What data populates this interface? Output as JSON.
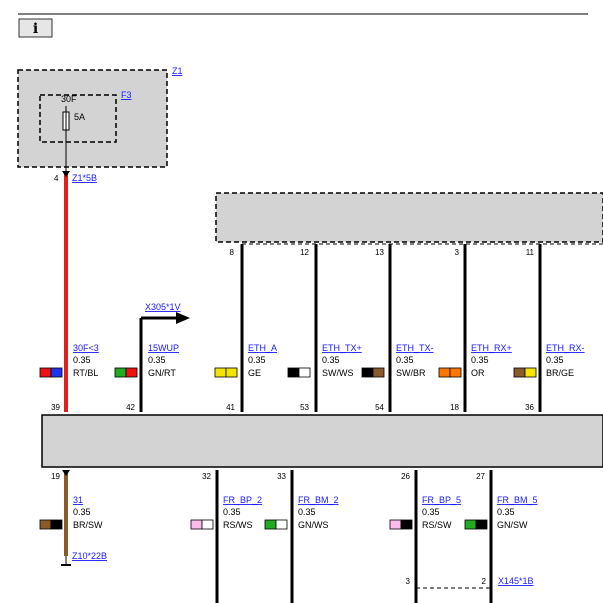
{
  "info_button": {
    "glyph": "i"
  },
  "fuse_box": {
    "label": "Z1"
  },
  "fuse": {
    "label": "F3",
    "rating_top": "30F",
    "rating": "5A"
  },
  "top_connector": {
    "pin": "4",
    "label": "Z1*5B"
  },
  "relay_link": {
    "label": "X305*1V"
  },
  "upper_pins": [
    "8",
    "12",
    "13",
    "3",
    "11"
  ],
  "mid_pins": [
    {
      "top": "39",
      "label_link": "30F<3",
      "size": "0.35",
      "color_code": "RT/BL",
      "swatch": [
        "#ee1111",
        "#2233ee"
      ]
    },
    {
      "top": "42",
      "label_link": "15WUP",
      "size": "0.35",
      "color_code": "GN/RT",
      "swatch": [
        "#22aa22",
        "#ee1111"
      ]
    },
    {
      "top": "41",
      "label_link": "ETH_A",
      "size": "0.35",
      "color_code": "GE",
      "swatch": [
        "#f2e500",
        "#f2e500"
      ]
    },
    {
      "top": "53",
      "label_link": "ETH_TX+",
      "size": "0.35",
      "color_code": "SW/WS",
      "swatch": [
        "#000000",
        "#ffffff"
      ]
    },
    {
      "top": "54",
      "label_link": "ETH_TX-",
      "size": "0.35",
      "color_code": "SW/BR",
      "swatch": [
        "#000000",
        "#8b5a2b"
      ]
    },
    {
      "top": "18",
      "label_link": "ETH_RX+",
      "size": "0.35",
      "color_code": "OR",
      "swatch": [
        "#ff7700",
        "#ff7700"
      ]
    },
    {
      "top": "36",
      "label_link": "ETH_RX-",
      "size": "0.35",
      "color_code": "BR/GE",
      "swatch": [
        "#8b5a2b",
        "#f2e500"
      ]
    }
  ],
  "lower_pins": [
    {
      "pin": "19",
      "label_link": "31",
      "size": "0.35",
      "color_code": "BR/SW",
      "swatch": [
        "#8b5a2b",
        "#000000"
      ]
    },
    {
      "pin": "32",
      "label_link": "FR_BP_2",
      "size": "0.35",
      "color_code": "RS/WS",
      "swatch": [
        "#ffbbee",
        "#ffffff"
      ]
    },
    {
      "pin": "33",
      "label_link": "FR_BM_2",
      "size": "0.35",
      "color_code": "GN/WS",
      "swatch": [
        "#22aa22",
        "#ffffff"
      ]
    },
    {
      "pin": "26",
      "label_link": "FR_BP_5",
      "size": "0.35",
      "color_code": "RS/SW",
      "swatch": [
        "#ffbbee",
        "#000000"
      ]
    },
    {
      "pin": "27",
      "label_link": "FR_BM_5",
      "size": "0.35",
      "color_code": "GN/SW",
      "swatch": [
        "#22aa22",
        "#000000"
      ]
    }
  ],
  "ground_link": {
    "label": "Z10*22B"
  },
  "bottom_connector": {
    "pin_left": "3",
    "pin_right": "2",
    "label": "X145*1B"
  },
  "colors": {
    "power_wire": "#e0201c",
    "ground_wire": "#8b5a2b",
    "link": "#1a1aff",
    "box_fill": "#d3d3d3"
  }
}
